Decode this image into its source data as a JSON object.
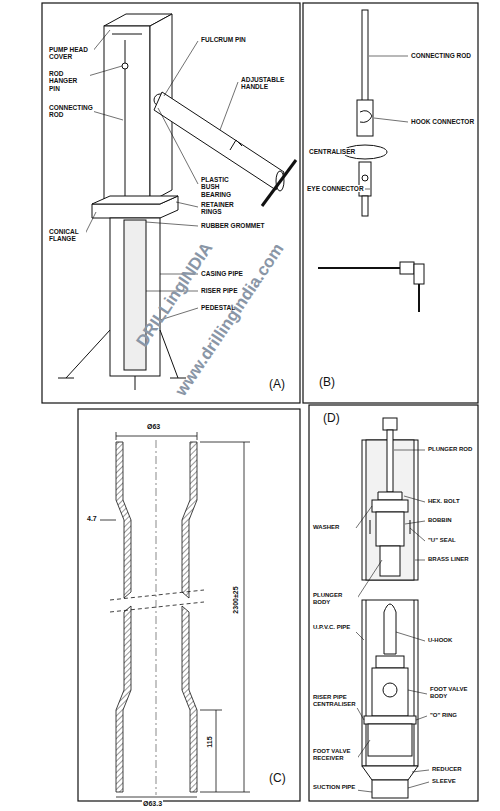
{
  "diagram": {
    "labels": [
      "PUMP HEAD COVER",
      "ROD HANGER PIN",
      "CONNECTING ROD",
      "FULCRUM PIN",
      "ADJUSTABLE HANDLE",
      "PLASTIC BUSH BEARING",
      "RETAINER RINGS",
      "RUBBER GROMMET",
      "CONICAL FLANGE",
      "CASING PIPE",
      "RISER PIPE",
      "PEDESTAL",
      "(A)",
      "CONNECTING ROD",
      "HOOK CONNECTOR",
      "CENTRALISER",
      "EYE CONNECTOR",
      "(B)",
      "Ø63",
      "4.7",
      "2300±25",
      "115",
      "Ø63.3",
      "(C)",
      "PLUNGER ROD",
      "HEX. BOLT",
      "WASHER",
      "BOBBIN",
      "\"U\" SEAL",
      "BRASS LINER",
      "PLUNGER BODY",
      "U.P.V.C. PIPE",
      "U-HOOK",
      "RISER PIPE CENTRALISER",
      "FOOT VALVE BODY",
      "\"O\" RING",
      "FOOT VALVE RECEIVER",
      "REDUCER",
      "SLEEVE",
      "SUCTION PIPE",
      "(D)",
      "www.drillingindia.com",
      "DRILLingINDIA"
    ]
  }
}
